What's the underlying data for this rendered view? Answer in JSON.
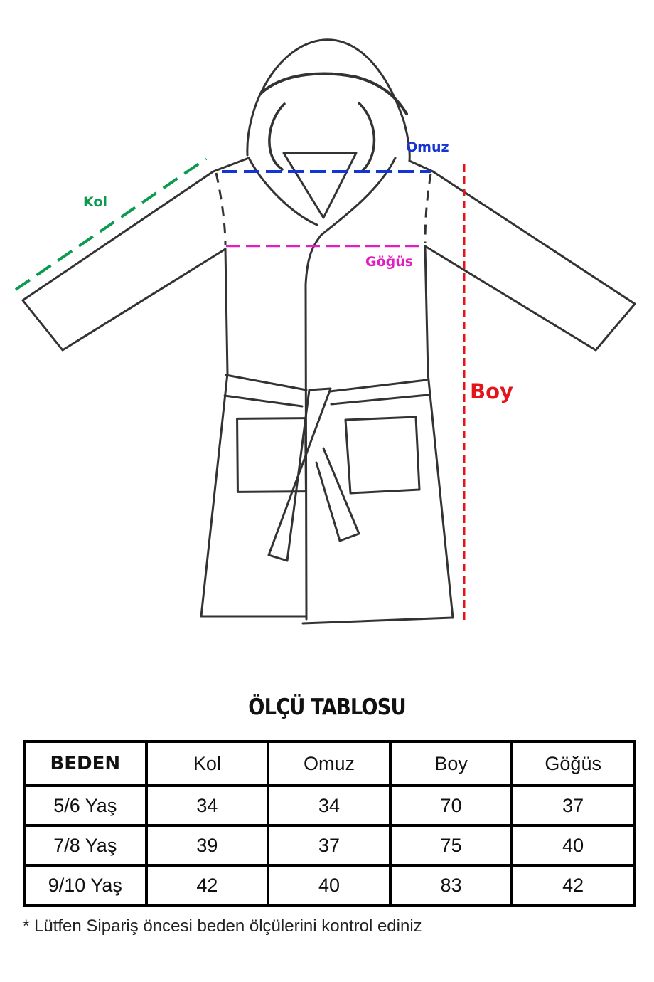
{
  "diagram": {
    "subject": "hooded bathrobe",
    "labels": {
      "kol": "Kol",
      "omuz": "Omuz",
      "gogus": "Göğüs",
      "boy": "Boy"
    },
    "colors": {
      "kol": "#0c9a4e",
      "omuz": "#1534d6",
      "gogus": "#e01fc0",
      "boy": "#e3151b",
      "outline": "#333333"
    }
  },
  "table": {
    "title": "ÖLÇÜ TABLOSU",
    "headers": [
      "BEDEN",
      "Kol",
      "Omuz",
      "Boy",
      "Göğüs"
    ],
    "rows": [
      [
        "5/6 Yaş",
        "34",
        "34",
        "70",
        "37"
      ],
      [
        "7/8 Yaş",
        "39",
        "37",
        "75",
        "40"
      ],
      [
        "9/10 Yaş",
        "42",
        "40",
        "83",
        "42"
      ]
    ]
  },
  "note": "* Lütfen Sipariş öncesi beden ölçülerini kontrol ediniz"
}
